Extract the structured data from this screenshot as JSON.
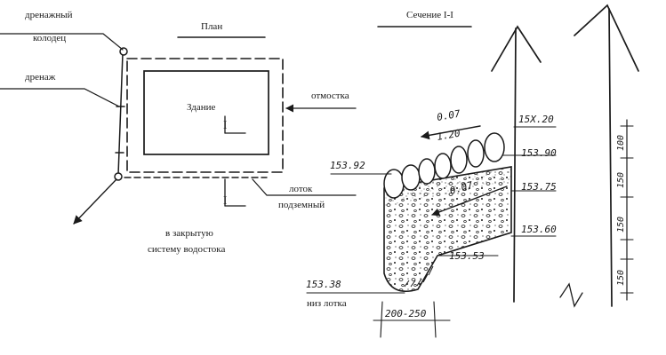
{
  "plan": {
    "title": "План",
    "building": "Здание",
    "section_mark": "I",
    "labels": {
      "drainage_well_line1": "дренажный",
      "drainage_well_line2": "колодец",
      "drainage": "дренаж",
      "blind_area": "отмостка",
      "tray_line1": "лоток",
      "tray_line2": "подземный",
      "stormwater_line1": "в закрытую",
      "stormwater_line2": "систему водостока"
    }
  },
  "section": {
    "title": "Сечение I-I",
    "elevations": {
      "e_top": "15X.20",
      "e_1": "153.90",
      "e_2": "153.75",
      "e_3": "153.60",
      "e_4": "153.53",
      "e_left": "153.92",
      "e_bottom": "153.38"
    },
    "slope_top": "0.07",
    "slope_top_len": "1.20",
    "slope_mid": "0.07",
    "tray_bottom": "низ лотка",
    "width_dim": "200-250",
    "dims": {
      "d1": "100",
      "d2": "150",
      "d3": "150",
      "d4": "150"
    }
  }
}
